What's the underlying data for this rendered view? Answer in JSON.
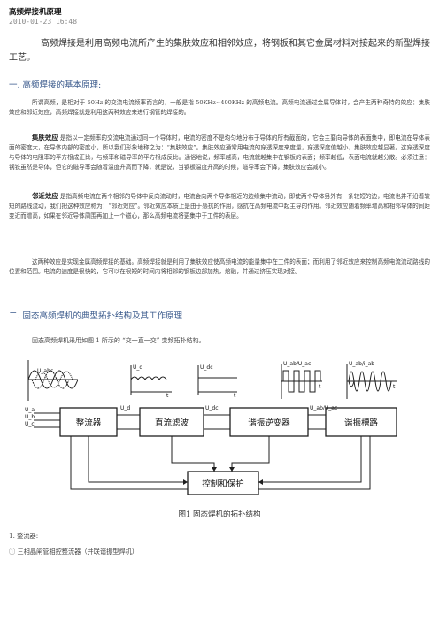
{
  "article": {
    "title": "高频焊接机原理",
    "date": "2010-01-23 16:48",
    "lead": "高频焊接是利用高频电流所产生的集肤效应和相邻效应，将钢板和其它金属材料对接起来的新型焊接工艺。"
  },
  "section1": {
    "heading": "一. 高频焊接的基本原理:",
    "p1": "所谓高频，是相对于 50Hz 的交流电流频率而言的，一般是指 50KHz~400KHz 的高频电流。高频电流通过金属导体时，会产生两种奇特的效应：集肤效应和邻近效应，高频焊接就是利用这两种效应来进行钢管的焊接的。",
    "skin_term": "集肤效应",
    "skin_text": "是指以一定频率的交流电流通过同一个导体时，电流的密度不是均匀地分布于导体的所有截面的，它会主要向导体的表面集中，即电流在导体表面的密度大，在导体内部的密度小，所以我们形象地称之为：“集肤效应”。集肤效应通常用电流的穿透深度来度量，穿透深度值越小，集肤效应越显著。这穿透深度与导体的电阻率的平方根成正比，与频率和磁导率的平方根成反比。通俗地说，频率越高，电流就越集中在钢板的表面；频率越低，表面电流就越分散。必须注意：钢铁虽然是导体，但它的磁导率会随着温度升高而下降，就是说，当钢板温度升高的时候，磁导率会下降，集肤效应会减小。",
    "prox_term": "邻近效应",
    "prox_text": "是指高频电流在两个相邻的导体中反向流动时，电流会向两个导体相近的边缘集中流动，即使两个导体另外有一条较短的边，电流也并不沿着较短的路线流动，我们把这种效应称为：“邻近效应”。邻近效应本质上是由于感抗的作用，感抗在高频电流中起主导的作用。邻近效应随着频率增高和相邻导体的间距变近而增高，如果在邻近导体周围再加上一个磁心，那么高频电流将更集中于工件的表层。",
    "p2": "这两种效应是实现金属高频焊接的基础。高频焊接就是利用了集肤效应使高频电流的能量集中在工件的表面；而利用了邻近效应来控制高频电流流动路线的位置和范围。电流的速度是很快的，它可以在很短的时间内将相邻的钢板边部加热，熔融，并通过挤压实现对接。"
  },
  "section2": {
    "heading": "二. 固态高频焊机的典型拓扑结构及其工作原理",
    "intro": "固态高频焊机采用如图 1 所示的 “交一直一交” 变频拓扑结构。"
  },
  "diagram": {
    "blocks": [
      "整流器",
      "直流滤波",
      "谐振逆变器",
      "谐振槽路",
      "控制和保护"
    ],
    "labels": {
      "u_abc": "U_abc",
      "u_a": "U_a",
      "u_b": "U_b",
      "u_c": "U_c",
      "u_d": "U_d",
      "u_dc": "U_dc",
      "u_ab_uac": "U_ab/U_ac",
      "u_ab_i": "U_ab/i_ab",
      "t": "t",
      "i_t": "t"
    },
    "colors": {
      "line": "#1f1f1f",
      "wave": "#1f1f1f"
    }
  },
  "figure": {
    "caption": "图1  固态焊机的拓扑结构"
  },
  "list": {
    "item1": "1.  整流器:",
    "item2": "①  三相晶闸管相控整流器（并联谐振型焊机）"
  }
}
